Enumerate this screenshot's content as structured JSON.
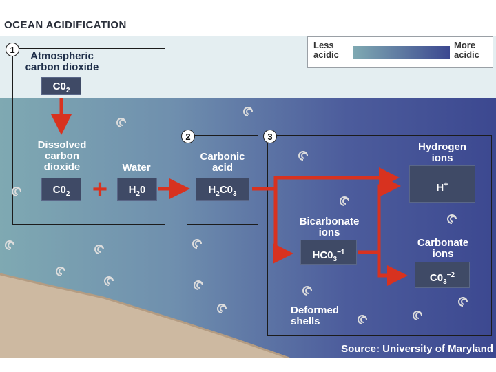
{
  "title": "OCEAN ACIDIFICATION",
  "legend": {
    "less_label": "Less\nacidic",
    "more_label": "More\nacidic"
  },
  "steps": {
    "one": "1",
    "two": "2",
    "three": "3"
  },
  "labels": {
    "atmospheric": "Atmospheric\ncarbon dioxide",
    "dissolved": "Dissolved\ncarbon\ndioxide",
    "water": "Water",
    "carbonic": "Carbonic\nacid",
    "hydrogen": "Hydrogen\nions",
    "bicarbonate": "Bicarbonate\nions",
    "carbonate": "Carbonate\nions",
    "deformed": "Deformed\nshells"
  },
  "chips": {
    "co2_atm": "C0",
    "co2_atm_sub": "2",
    "co2_dis": "C0",
    "co2_dis_sub": "2",
    "h2o_a": "H",
    "h2o_sub": "2",
    "h2o_b": "0",
    "h2co3_a": "H",
    "h2co3_sub1": "2",
    "h2co3_b": "C0",
    "h2co3_sub2": "3",
    "hplus": "H",
    "hplus_sup": "+",
    "hco3": "HC0",
    "hco3_sub": "3",
    "hco3_sup": "−1",
    "co3": "C0",
    "co3_sub": "3",
    "co3_sup": "−2"
  },
  "plus": "+",
  "source": "Source: University of Maryland",
  "colors": {
    "arrow": "#d8321f",
    "chip": "#3f4a66"
  }
}
